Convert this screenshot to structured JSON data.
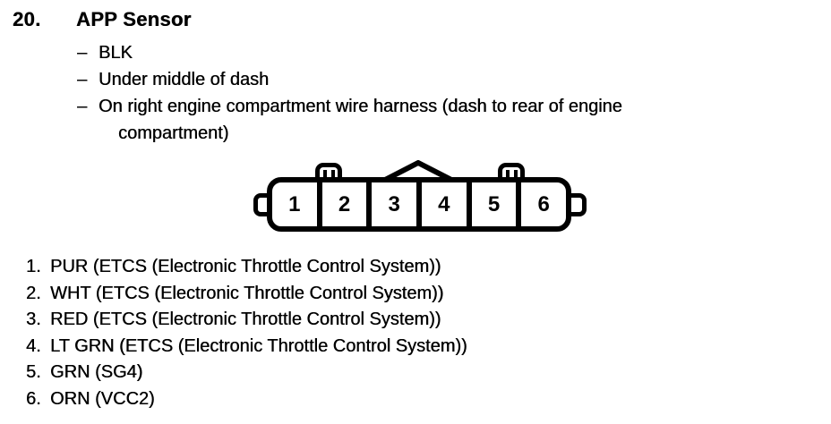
{
  "heading": {
    "number": "20.",
    "title": "APP Sensor"
  },
  "details": {
    "bullet": "–",
    "items": [
      "BLK",
      "Under middle of dash",
      "On right engine compartment wire harness (dash to rear of engine\ncompartment)"
    ]
  },
  "connector": {
    "pins": [
      "1",
      "2",
      "3",
      "4",
      "5",
      "6"
    ]
  },
  "pins": [
    {
      "num": "1.",
      "desc": "PUR (ETCS (Electronic Throttle Control System))"
    },
    {
      "num": "2.",
      "desc": "WHT (ETCS (Electronic Throttle Control System))"
    },
    {
      "num": "3.",
      "desc": "RED (ETCS (Electronic Throttle Control System))"
    },
    {
      "num": "4.",
      "desc": "LT GRN (ETCS (Electronic Throttle Control System))"
    },
    {
      "num": "5.",
      "desc": "GRN (SG4)"
    },
    {
      "num": "6.",
      "desc": "ORN (VCC2)"
    }
  ]
}
